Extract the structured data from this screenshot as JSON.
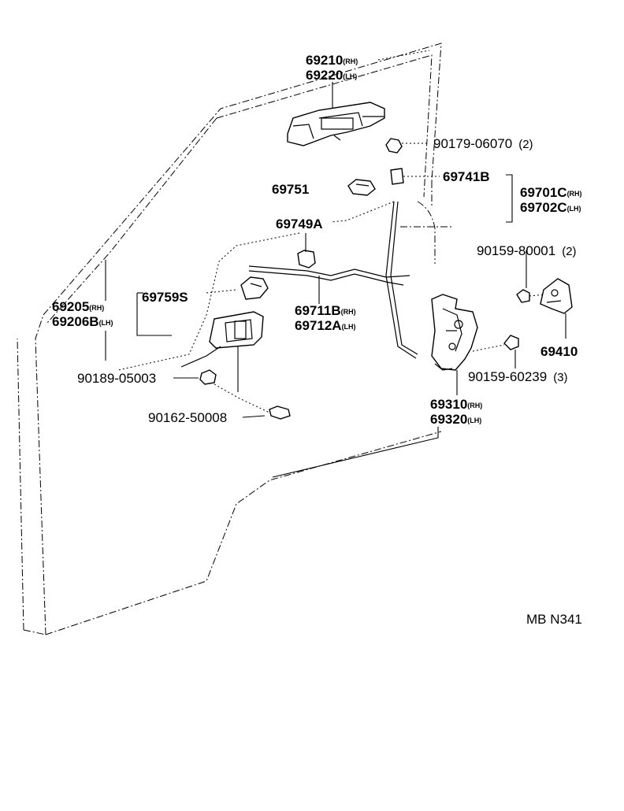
{
  "parts": {
    "p69210": "69210",
    "p69220": "69220",
    "p90179": "90179-06070",
    "q90179": "(2)",
    "p69741B": "69741B",
    "p69751": "69751",
    "p69701C": "69701C",
    "p69702C": "69702C",
    "p69749A": "69749A",
    "p90159_80001": "90159-80001",
    "q90159_80001": "(2)",
    "p69759S": "69759S",
    "p69205": "69205",
    "p69206B": "69206B",
    "p69711B": "69711B",
    "p69712A": "69712A",
    "p69410": "69410",
    "p90189": "90189-05003",
    "p90159_60239": "90159-60239",
    "q90159_60239": "(3)",
    "p69310": "69310",
    "p69320": "69320",
    "p90162": "90162-50008"
  },
  "side": {
    "rh": "(RH)",
    "lh": "(LH)"
  },
  "code": "MB N341"
}
